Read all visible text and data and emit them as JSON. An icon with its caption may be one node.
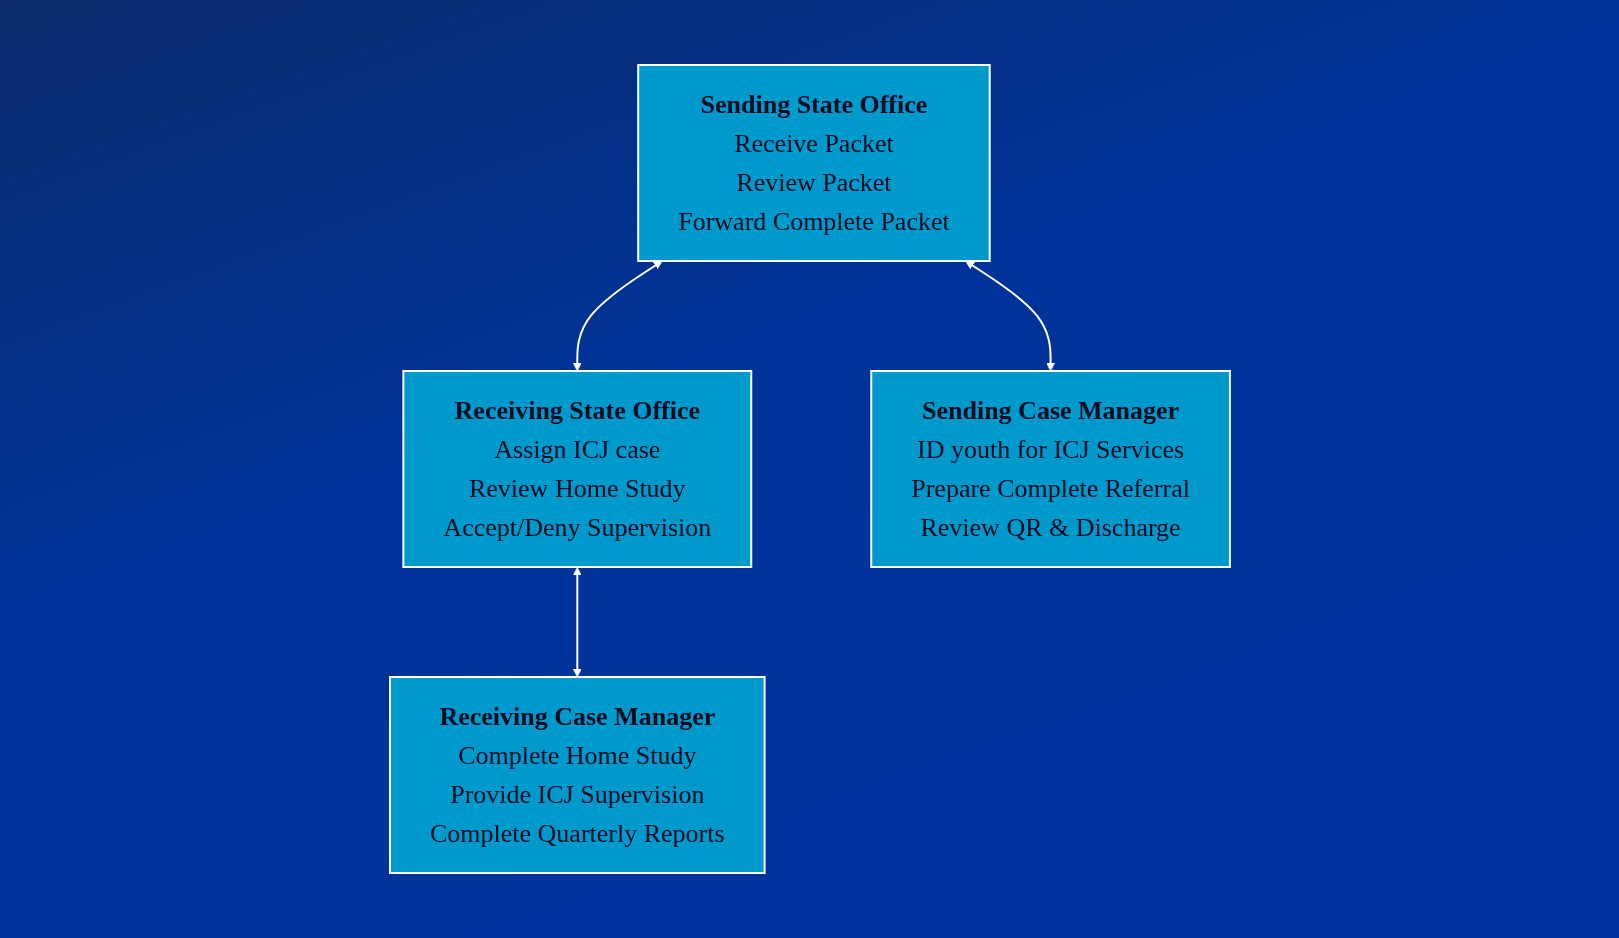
{
  "diagram": {
    "nodes": [
      {
        "text": [
          "Sending State Office",
          "Receive Packet",
          "Review Packet",
          "Forward Complete Packet"
        ]
      },
      {
        "text": [
          "Receiving State Office",
          "Assign ICJ case",
          "Review Home Study",
          "Accept/Deny Supervision"
        ]
      },
      {
        "text": [
          "Sending Case Manager",
          "ID youth for ICJ Services",
          "Prepare Complete Referral",
          "Review QR & Discharge"
        ]
      },
      {
        "text": [
          "Receiving Case Manager",
          "Complete Home Study",
          "Provide ICJ Supervision",
          "Complete Quarterly Reports"
        ]
      }
    ],
    "edges": [
      {
        "from": 0,
        "to": 1,
        "arrow": "both"
      },
      {
        "from": 0,
        "to": 2,
        "arrow": "both"
      },
      {
        "from": 1,
        "to": 3,
        "arrow": "both"
      }
    ]
  }
}
